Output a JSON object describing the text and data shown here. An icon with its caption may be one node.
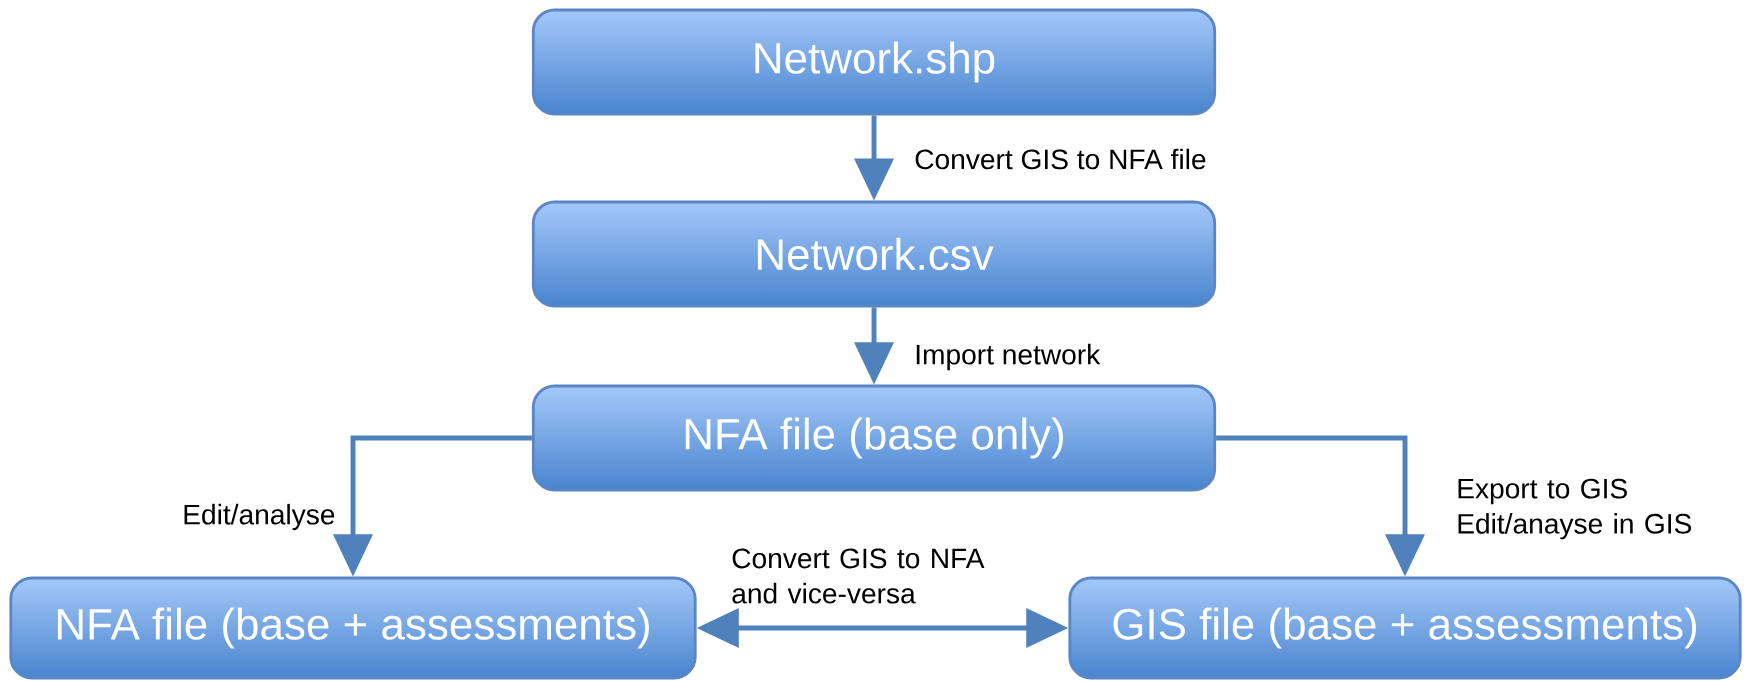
{
  "diagram": {
    "nodes": [
      {
        "text": [
          "Network.shp"
        ]
      },
      {
        "text": [
          "Network.csv"
        ]
      },
      {
        "text": [
          "NFA file (base only)"
        ]
      },
      {
        "text": [
          "NFA file (base + assessments)"
        ]
      },
      {
        "text": [
          "GIS file (base + assessments)"
        ]
      }
    ],
    "edges": [
      {
        "from": 0,
        "to": 1,
        "arrow": "to",
        "label": "Convert GIS to NFA file"
      },
      {
        "from": 1,
        "to": 2,
        "arrow": "to",
        "label": "Import network"
      },
      {
        "from": 2,
        "to": 3,
        "arrow": "to",
        "label": "Edit/analyse"
      },
      {
        "from": 2,
        "to": 4,
        "arrow": "to",
        "label": "Export to GIS Edit/anayse in GIS"
      },
      {
        "from": 3,
        "to": 4,
        "arrow": "both",
        "label": "Convert GIS to NFA and vice-versa"
      }
    ]
  }
}
